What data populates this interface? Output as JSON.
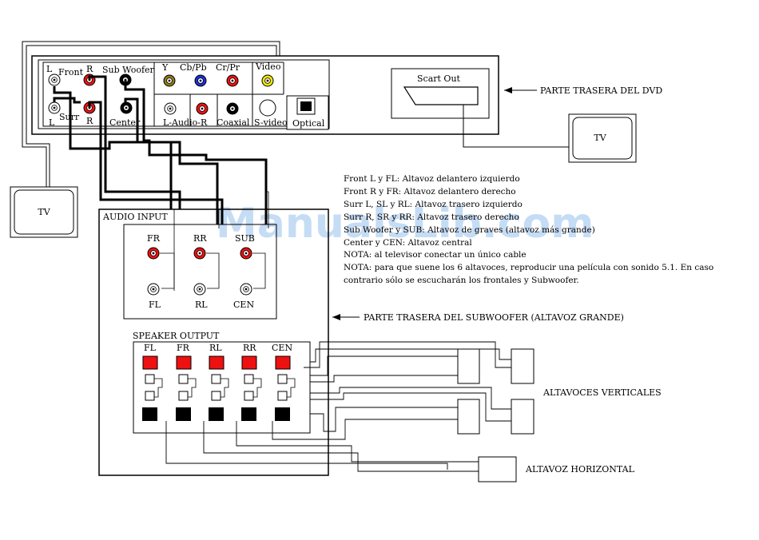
{
  "dvd": {
    "front_label": "Front",
    "surr_label": "Surr",
    "l_top": "L",
    "l_bottom": "L",
    "r_top": "R",
    "r_bottom": "R",
    "subwoofer_label": "Sub Woofer",
    "center_label": "Center",
    "y_label": "Y",
    "cb_label": "Cb/Pb",
    "cr_label": "Cr/Pr",
    "video_label": "Video",
    "l_audio_r_label": "L-Audio-R",
    "coaxial_label": "Coaxial",
    "svideo_label": "S-video",
    "optical_label": "Optical",
    "scart_label": "Scart Out",
    "rear_label": "PARTE TRASERA DEL DVD"
  },
  "tv_left_label": "TV",
  "tv_right_label": "TV",
  "notes": [
    "Front L y FL: Altavoz delantero izquierdo",
    "Front R y FR: Altavoz delantero derecho",
    "Surr L, SL y RL: Altavoz trasero izquierdo",
    "Surr R, SR y RR: Altavoz trasero derecho",
    "Sub Woofer y SUB: Altavoz de graves (altavoz más grande)",
    "Center y CEN: Altavoz central",
    "NOTA: al televisor conectar un único cable",
    "NOTA: para que suene los 6 altavoces, reproducir una película con sonido 5.1. En caso",
    "contrario sólo se escucharán los frontales y Subwoofer."
  ],
  "subwoofer": {
    "audio_input_label": "AUDIO INPUT",
    "fr": "FR",
    "rr": "RR",
    "sub": "SUB",
    "fl": "FL",
    "rl": "RL",
    "cen": "CEN",
    "speaker_output_label": "SPEAKER OUTPUT",
    "out_labels": [
      "FL",
      "FR",
      "RL",
      "RR",
      "CEN"
    ],
    "rear_label": "PARTE TRASERA DEL SUBWOOFER (ALTAVOZ GRANDE)"
  },
  "vertical_speakers_label": "ALTAVOCES VERTICALES",
  "horizontal_speaker_label": "ALTAVOZ HORIZONTAL",
  "watermark": "ManualsLib.com",
  "colors": {
    "red": "#ee1111",
    "yellow": "#f2e600",
    "olive": "#8b7a1a",
    "blue": "#1a2fd6",
    "black": "#000000"
  }
}
